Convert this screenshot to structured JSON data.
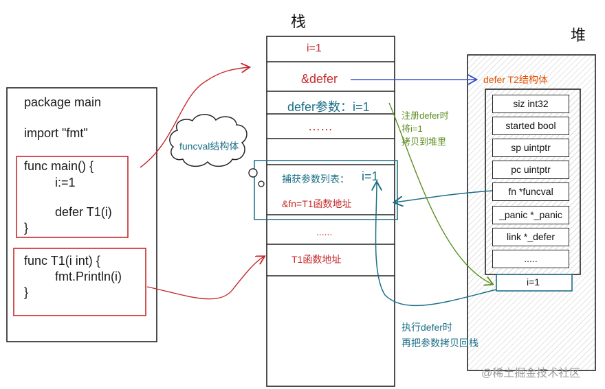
{
  "titles": {
    "stack": "栈",
    "heap": "堆"
  },
  "code": {
    "line1": "package main",
    "line2": "import \"fmt\"",
    "line3": "func main() {",
    "line4": "i:=1",
    "line5": "defer T1(i)",
    "line6": "}",
    "line7": "func T1(i int)  {",
    "line8": "fmt.Println(i)",
    "line9": "}"
  },
  "cloud_label": "funcval结构体",
  "stack": {
    "row1": "i=1",
    "row2": "&defer",
    "row3": "defer参数：i=1",
    "row4": "……",
    "capture_label": "捕获参数列表：",
    "capture_value": "i=1",
    "fn_addr": "&fn=T1函数地址",
    "dots2": "......",
    "t1_addr": "T1函数地址"
  },
  "heap": {
    "header": "defer T2结构体",
    "fields": [
      "siz  int32",
      "started bool",
      "sp    uintptr",
      "pc   uintptr",
      "fn     *funcval",
      "_panic *_panic",
      "link  *_defer",
      "....."
    ],
    "copied": "i=1"
  },
  "annotations": {
    "register_1": "注册defer时",
    "register_2": "将i=1",
    "register_3": "拷贝到堆里",
    "exec_1": "执行defer时",
    "exec_2": "再把参数拷贝回栈"
  },
  "watermark": "@稀土掘金技术社区",
  "colors": {
    "red": "#c62828",
    "teal": "#1a6e86",
    "blue": "#3a55c9",
    "green": "#5b8e1f",
    "hatch": "#c8c8c8"
  }
}
